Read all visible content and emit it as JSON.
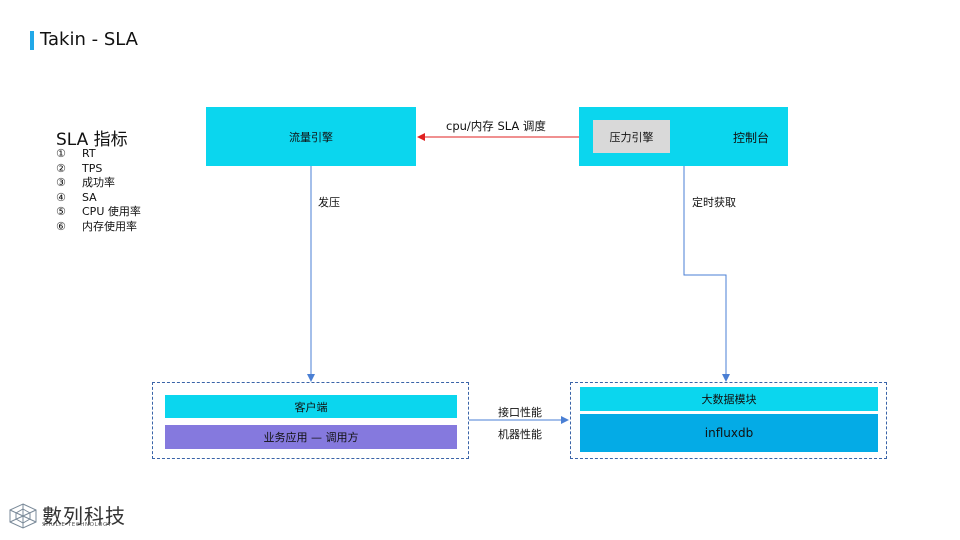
{
  "slide": {
    "title": "Takin - SLA"
  },
  "sla": {
    "heading": "SLA 指标",
    "items": [
      {
        "num": "①",
        "text": "RT"
      },
      {
        "num": "②",
        "text": "TPS"
      },
      {
        "num": "③",
        "text": "成功率"
      },
      {
        "num": "④",
        "text": "SA"
      },
      {
        "num": "⑤",
        "text": "CPU 使用率"
      },
      {
        "num": "⑥",
        "text": "内存使用率"
      }
    ]
  },
  "nodes": {
    "traffic_engine": "流量引擎",
    "console": "控制台",
    "pressure_engine": "压力引擎",
    "client": "客户端",
    "business_app": "业务应用 — 调用方",
    "bigdata_module": "大数据模块",
    "influxdb": "influxdb"
  },
  "edges": {
    "cpu_sla_schedule": "cpu/内存 SLA 调度",
    "apply_pressure": "发压",
    "periodic_fetch": "定时获取",
    "interface_perf": "接口性能",
    "machine_perf": "机器性能"
  },
  "colors": {
    "accent_bar": "#21a8e8",
    "cyan": "#0bd6ee",
    "purple": "#8579de",
    "blue": "#04abe6",
    "gray": "#d9d9d9",
    "arrow_red": "#e02020",
    "arrow_blue": "#4a7fd4"
  },
  "logo": {
    "name_cn": "數列科技",
    "name_en": "SHULIE TECHNOLOGY"
  }
}
